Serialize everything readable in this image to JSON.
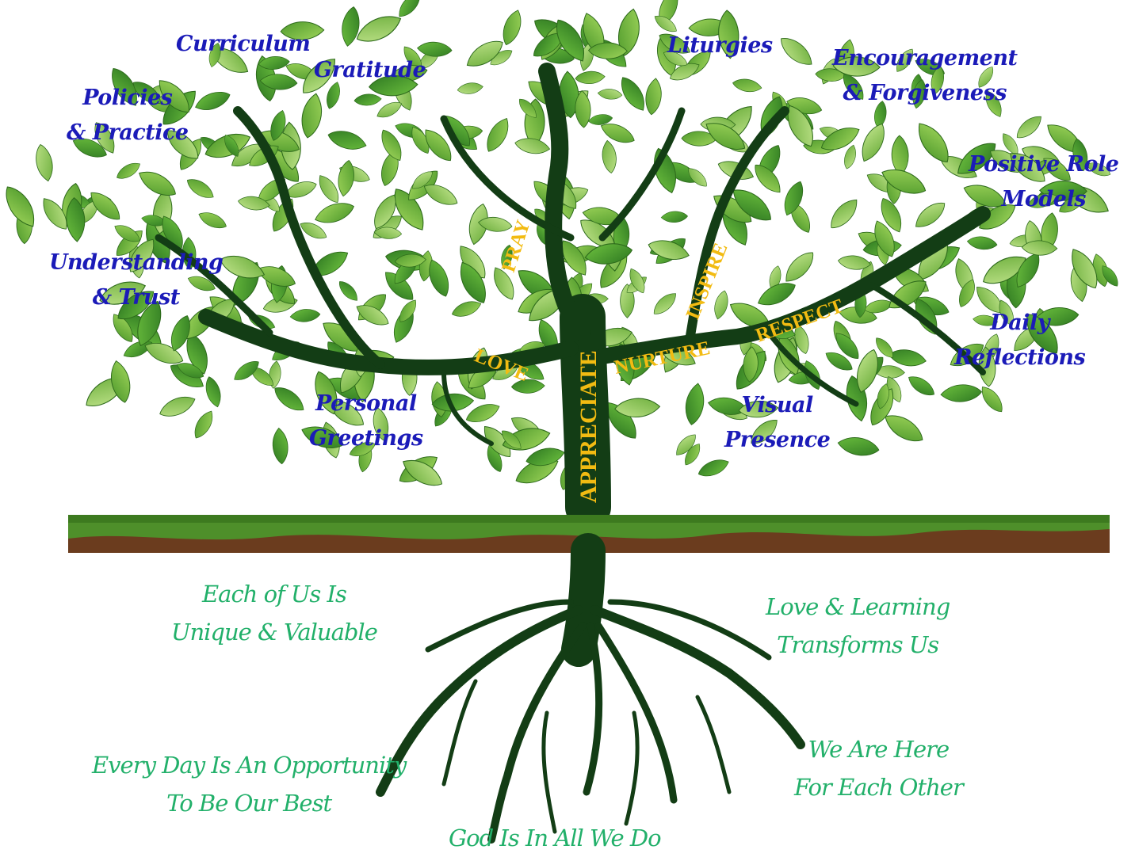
{
  "canopy_labels": {
    "curriculum": "Curriculum",
    "gratitude": "Gratitude",
    "policies": [
      "Policies",
      "& Practice"
    ],
    "understanding": [
      "Understanding",
      "& Trust"
    ],
    "personal_greetings": [
      "Personal",
      "Greetings"
    ],
    "liturgies": "Liturgies",
    "encouragement": [
      "Encouragement",
      "& Forgiveness"
    ],
    "positive_role_models": [
      "Positive Role",
      "Models"
    ],
    "daily_reflections": [
      "Daily",
      "Reflections"
    ],
    "visual_presence": [
      "Visual",
      "Presence"
    ]
  },
  "branch_words": {
    "pray": "PRAY",
    "love": "LOVE",
    "appreciate": "APPRECIATE",
    "nurture": "NURTURE",
    "inspire": "INSPIRE",
    "respect": "RESPECT"
  },
  "root_labels": {
    "unique": [
      "Each of Us Is",
      "Unique & Valuable"
    ],
    "love_learning": [
      "Love & Learning",
      "Transforms Us"
    ],
    "opportunity": [
      "Every Day Is An Opportunity",
      "To Be Our Best"
    ],
    "here": [
      "We Are Here",
      "For Each Other"
    ],
    "god": "God Is In All We Do"
  },
  "colors": {
    "canopy_text": "#1b1bb8",
    "root_text": "#22b06a",
    "branch_text": "#f2bb12",
    "trunk": "#133d15",
    "grass": "#4e8f2a",
    "soil": "#6b3c1e"
  }
}
